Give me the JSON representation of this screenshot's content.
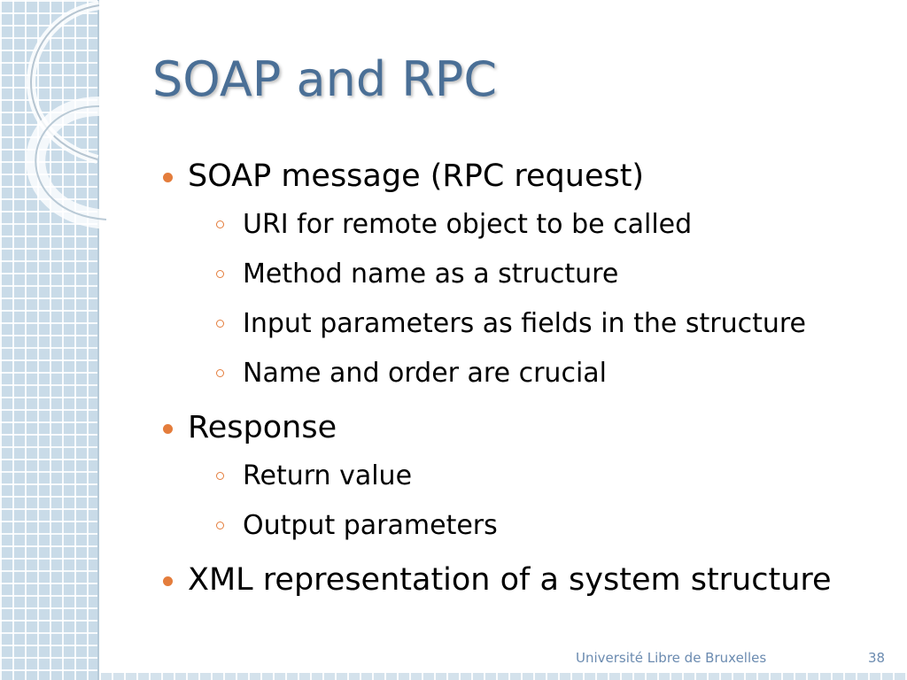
{
  "slide": {
    "title": "SOAP and RPC",
    "bullets": [
      {
        "text": "SOAP message (RPC request)",
        "sub": [
          "URI for remote object to be called",
          "Method name as a structure",
          "Input parameters as fields in the structure",
          "Name and order are crucial"
        ]
      },
      {
        "text": "Response",
        "sub": [
          "Return value",
          "Output parameters"
        ]
      },
      {
        "text": "XML representation of a system structure",
        "sub": []
      }
    ],
    "footer": {
      "university": "Université Libre de Bruxelles",
      "page_number": "38"
    }
  },
  "colors": {
    "title": "#4a6f96",
    "bullet_accent": "#e47d3c",
    "footer_text": "#6b8bb0",
    "sidebar": "#c9dbe8"
  }
}
